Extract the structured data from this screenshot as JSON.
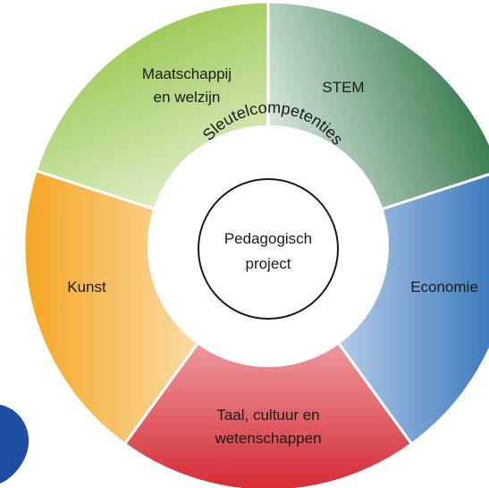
{
  "center": {
    "lines": [
      "Pedagogisch",
      "project"
    ]
  },
  "ring": {
    "label": "Sleutelcompetenties"
  },
  "segments": [
    {
      "key": "stem",
      "lines": [
        "STEM"
      ],
      "colors": [
        "#1f6b3a",
        "#e6f0e8"
      ]
    },
    {
      "key": "economie",
      "lines": [
        "Economie"
      ],
      "colors": [
        "#2d6fb8",
        "#e8f0fa"
      ]
    },
    {
      "key": "taal",
      "lines": [
        "Taal, cultuur en",
        "wetenschappen"
      ],
      "colors": [
        "#d62a34",
        "#fbe3e4"
      ]
    },
    {
      "key": "kunst",
      "lines": [
        "Kunst"
      ],
      "colors": [
        "#f5a623",
        "#fdf0d8"
      ]
    },
    {
      "key": "maatschappij",
      "lines": [
        "Maatschappij",
        "en welzijn"
      ],
      "colors": [
        "#8fc13e",
        "#f1f8e6"
      ]
    }
  ],
  "colors": {
    "divider": "#ffffff",
    "center_fill": "#ffffff",
    "center_stroke": "#1a1a1a",
    "corner_blob": "#1f4fa3"
  }
}
